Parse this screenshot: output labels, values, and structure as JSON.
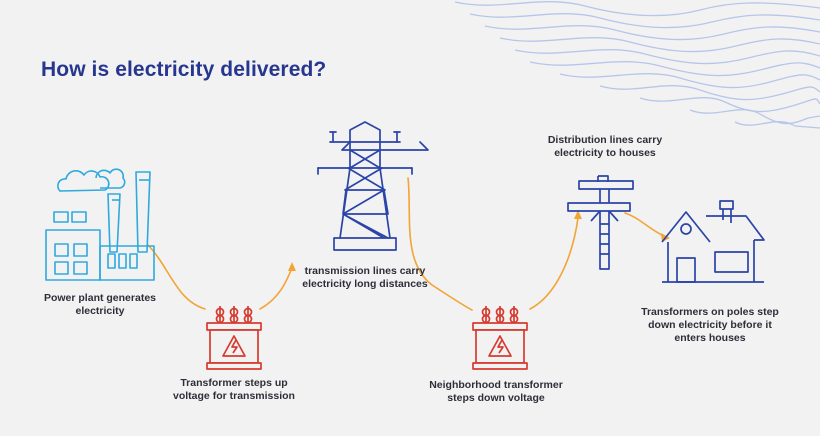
{
  "title": "How is electricity delivered?",
  "colors": {
    "title": "#27378f",
    "stroke_blue": "#2b44a8",
    "stroke_light_blue": "#2fa9de",
    "transformer_red": "#d63b2f",
    "connector_orange": "#f3a434",
    "background": "#f2f2f2"
  },
  "steps": [
    {
      "icon": "power-plant-icon",
      "label_lines": [
        "Power plant generates",
        "electricity"
      ]
    },
    {
      "icon": "step-up-transformer-icon",
      "label_lines": [
        "Transformer steps up",
        "voltage for transmission"
      ]
    },
    {
      "icon": "transmission-tower-icon",
      "label_lines": [
        "transmission lines carry",
        "electricity long distances"
      ]
    },
    {
      "icon": "neighborhood-transformer-icon",
      "label_lines": [
        "Neighborhood transformer",
        "steps down voltage"
      ]
    },
    {
      "icon": "utility-pole-icon",
      "label_lines": [
        "Distribution lines carry",
        "electricity to houses"
      ]
    },
    {
      "icon": "house-icon",
      "label_lines": [
        "Transformers on poles step",
        "down electricity before it",
        "enters houses"
      ]
    }
  ]
}
